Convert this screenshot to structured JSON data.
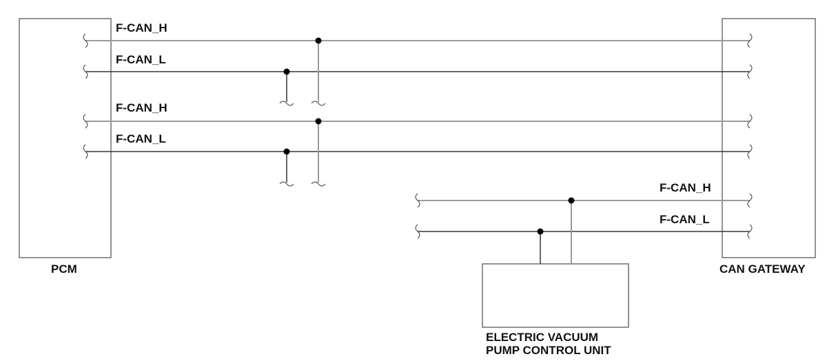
{
  "components": {
    "pcm": "PCM",
    "can_gateway": "CAN GATEWAY",
    "evpcu_line1": "ELECTRIC VACUUM",
    "evpcu_line2": "PUMP CONTROL UNIT"
  },
  "wires": {
    "pair1_high": "F-CAN_H",
    "pair1_low": "F-CAN_L",
    "pair2_high": "F-CAN_H",
    "pair2_low": "F-CAN_L",
    "pair3_high": "F-CAN_H",
    "pair3_low": "F-CAN_L"
  },
  "colors": {
    "can_high_wire": "#9a9a9a",
    "can_low_wire": "#333333",
    "splice": "#000000",
    "outline": "#4a4a4a"
  }
}
